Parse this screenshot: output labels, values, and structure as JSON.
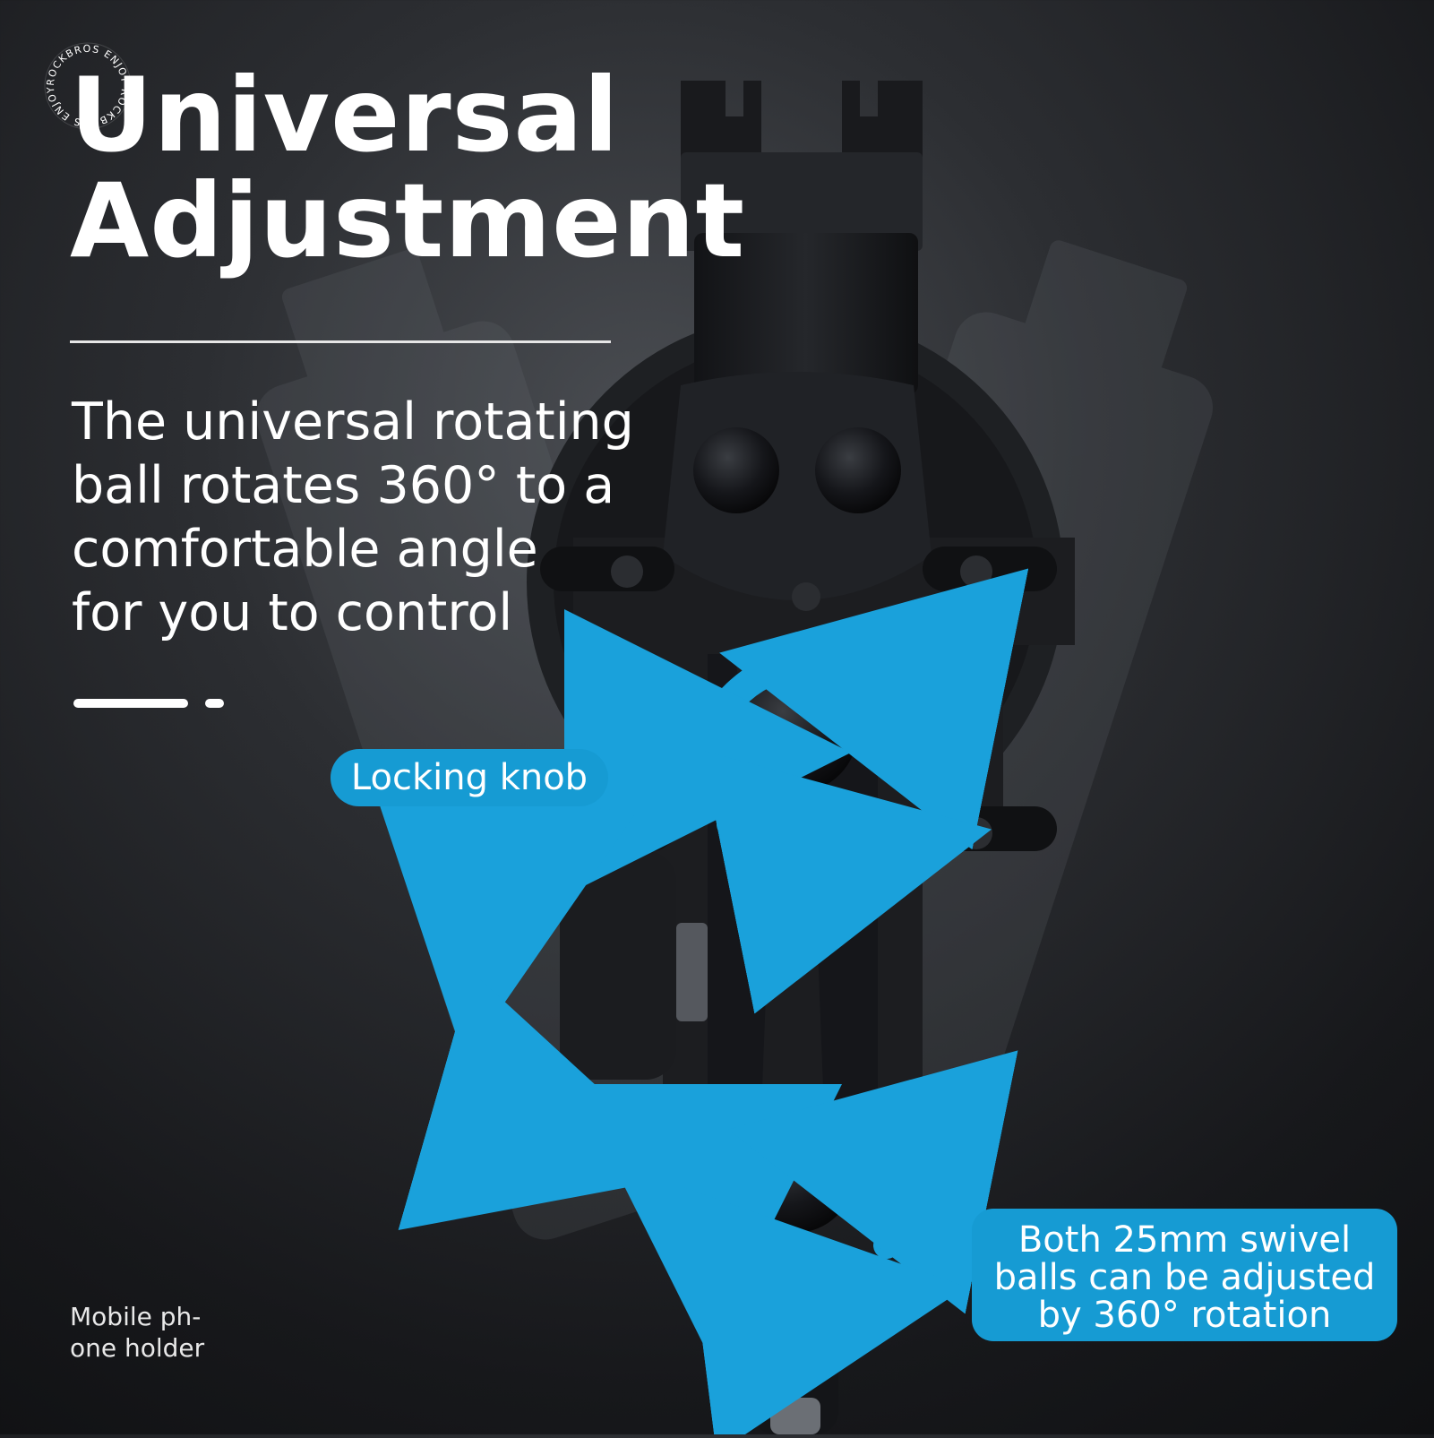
{
  "brand": {
    "seal_text": "ROCKBROS ENJOY ROCKBROS ENJOY"
  },
  "hero": {
    "title": "Universal\nAdjustment",
    "description": "The universal rotating\nball rotates 360° to a\ncomfortable angle\nfor you to control"
  },
  "callouts": {
    "locking_knob": "Locking knob",
    "swivel": "Both 25mm swivel\nballs can be adjusted\nby 360° rotation"
  },
  "footnote": "Mobile ph-\none holder",
  "colors": {
    "accent": "#169bd3",
    "text": "#ffffff",
    "background": "#2c2e32",
    "product": "#1b1c1f"
  }
}
